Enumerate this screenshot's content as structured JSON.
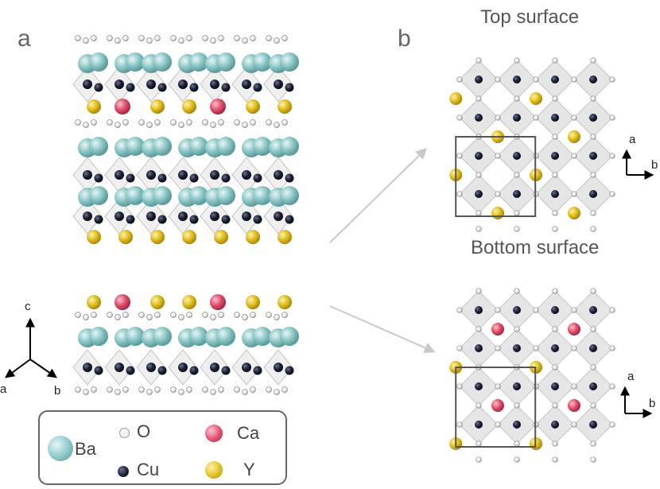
{
  "panels": {
    "a": "a",
    "b": "b"
  },
  "captions": {
    "top": "Top surface",
    "bottom": "Bottom surface"
  },
  "axes": {
    "panel_a": {
      "c": "c",
      "a": "a",
      "b": "b"
    },
    "panel_b_top": {
      "a": "a",
      "b": "b"
    },
    "panel_b_bottom": {
      "a": "a",
      "b": "b"
    }
  },
  "legend": {
    "items": [
      {
        "label": "Ba",
        "color": "#8cc6c6"
      },
      {
        "label": "O",
        "color": "#e6e6e6"
      },
      {
        "label": "Ca",
        "color": "#e0506e"
      },
      {
        "label": "Cu",
        "color": "#1c2238"
      },
      {
        "label": "Y",
        "color": "#e1bf20"
      }
    ]
  },
  "colors": {
    "Ba": "#8cc6c6",
    "O": "#eeeeee",
    "Ca": "#e0506e",
    "Cu": "#1c2238",
    "Y": "#e1bf20",
    "polyhedron": "#e3e3e3",
    "unit_cell": "#555555",
    "arrow": "#c8c8c8"
  }
}
